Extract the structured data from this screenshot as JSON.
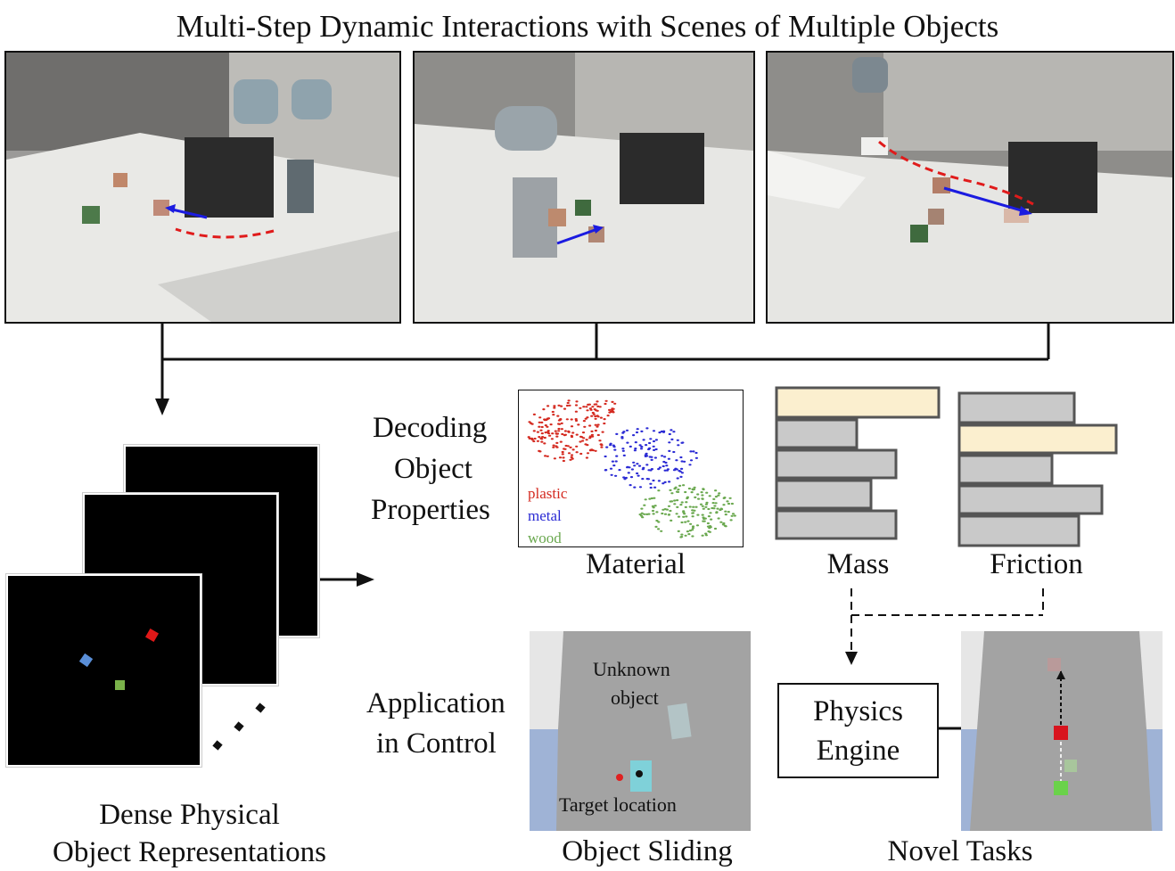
{
  "title": "Multi-Step Dynamic Interactions with Scenes of Multiple Objects",
  "representations": {
    "label_line1": "Dense Physical",
    "label_line2": "Object Representations",
    "ellipsis": "..."
  },
  "decoding": {
    "label_line1": "Decoding",
    "label_line2": "Object",
    "label_line3": "Properties",
    "material": {
      "caption": "Material",
      "legend": [
        {
          "name": "plastic",
          "color": "#d42a20"
        },
        {
          "name": "metal",
          "color": "#2a2ad4"
        },
        {
          "name": "wood",
          "color": "#6aa84f"
        }
      ]
    },
    "mass": {
      "caption": "Mass",
      "highlight_color": "#fbefcf",
      "bar_color": "#c9c9c9"
    },
    "friction": {
      "caption": "Friction"
    }
  },
  "application": {
    "label_line1": "Application",
    "label_line2": "in Control",
    "sliding": {
      "caption": "Object Sliding",
      "unknown_line1": "Unknown",
      "unknown_line2": "object",
      "target": "Target location"
    },
    "physics_line1": "Physics",
    "physics_line2": "Engine",
    "novel": {
      "caption": "Novel Tasks"
    }
  }
}
